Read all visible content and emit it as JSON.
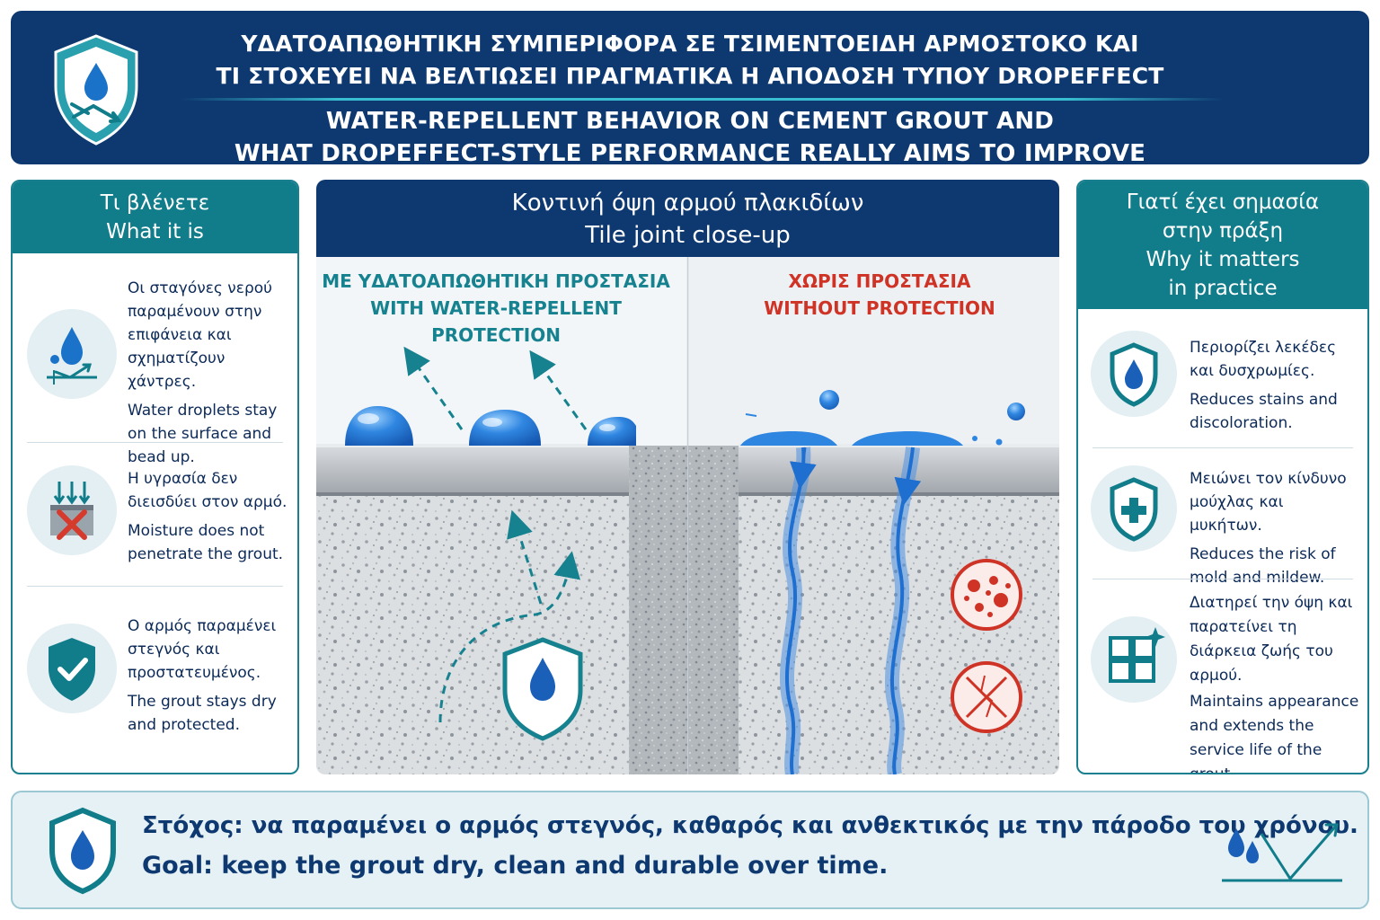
{
  "header": {
    "title_gr_line1": "ΥΔΑΤΟΑΠΩΘΗΤΙΚΗ ΣΥΜΠΕΡΙΦΟΡΑ ΣΕ ΤΣΙΜΕΝΤΟΕΙΔΗ ΑΡΜΟΣΤΟΚΟ ΚΑΙ",
    "title_gr_line2": "ΤΙ ΣΤΟΧΕΥΕΙ ΝΑ ΒΕΛΤΙΩΣΕΙ ΠΡΑΓΜΑΤΙΚΑ Η ΑΠΟΔΟΣΗ ΤΥΠΟΥ DROPEFFECT",
    "title_en_line1": "WATER-REPELLENT BEHAVIOR ON CEMENT GROUT AND",
    "title_en_line2": "WHAT DROPEFFECT-STYLE PERFORMANCE REALLY AIMS TO IMPROVE"
  },
  "left_panel": {
    "title_gr": "Τι βλένετε",
    "title_en": "What it is",
    "items": [
      {
        "icon": "droplet-bead-icon",
        "text_gr": "Οι σταγόνες νερού παραμένουν στην επιφάνεια και σχηματίζουν χάντρες.",
        "text_en": "Water droplets stay on the surface and bead up."
      },
      {
        "icon": "no-penetration-icon",
        "text_gr": "Η υγρασία δεν διεισδύει στον αρμό.",
        "text_en": "Moisture does not penetrate the grout."
      },
      {
        "icon": "shield-check-icon",
        "text_gr": "Ο αρμός παραμένει στεγνός και προστατευμένος.",
        "text_en": "The grout stays dry and protected."
      }
    ]
  },
  "center_panel": {
    "title_gr": "Κοντινή όψη αρμού πλακιδίων",
    "title_en": "Tile joint close-up",
    "left_label_gr": "ΜΕ ΥΔΑΤΟΑΠΩΘΗΤΙΚΗ ΠΡΟΣΤΑΣΙΑ",
    "left_label_en": "WITH WATER-REPELLENT PROTECTION",
    "right_label_gr": "ΧΩΡΙΣ ΠΡΟΣΤΑΣΙΑ",
    "right_label_en": "WITHOUT PROTECTION"
  },
  "right_panel": {
    "title_gr_line1": "Γιατί έχει σημασία",
    "title_gr_line2": "στην πράξη",
    "title_en_line1": "Why it matters",
    "title_en_line2": "in practice",
    "items": [
      {
        "icon": "shield-drop-icon",
        "text_gr": "Περιορίζει λεκέδες και δυσχρωμίες.",
        "text_en": "Reduces stains and discoloration."
      },
      {
        "icon": "shield-cross-icon",
        "text_gr": "Μειώνει τον κίνδυνο μούχλας και μυκήτων.",
        "text_en": "Reduces the risk of mold and mildew."
      },
      {
        "icon": "tiles-sparkle-icon",
        "text_gr": "Διατηρεί την όψη και παρατείνει τη διάρκεια ζωής του αρμού.",
        "text_en": "Maintains appearance and extends the service life of the grout."
      }
    ]
  },
  "footer": {
    "goal_gr": "Στόχος: να παραμένει ο αρμός στεγνός, καθαρός και ανθεκτικός με την πάροδο του χρόνου.",
    "goal_en": "Goal: keep the grout dry, clean and durable over time."
  },
  "colors": {
    "navy": "#0e3970",
    "teal": "#117c8a",
    "water_blue": "#2f7fd6",
    "warning_red": "#cf3325"
  }
}
